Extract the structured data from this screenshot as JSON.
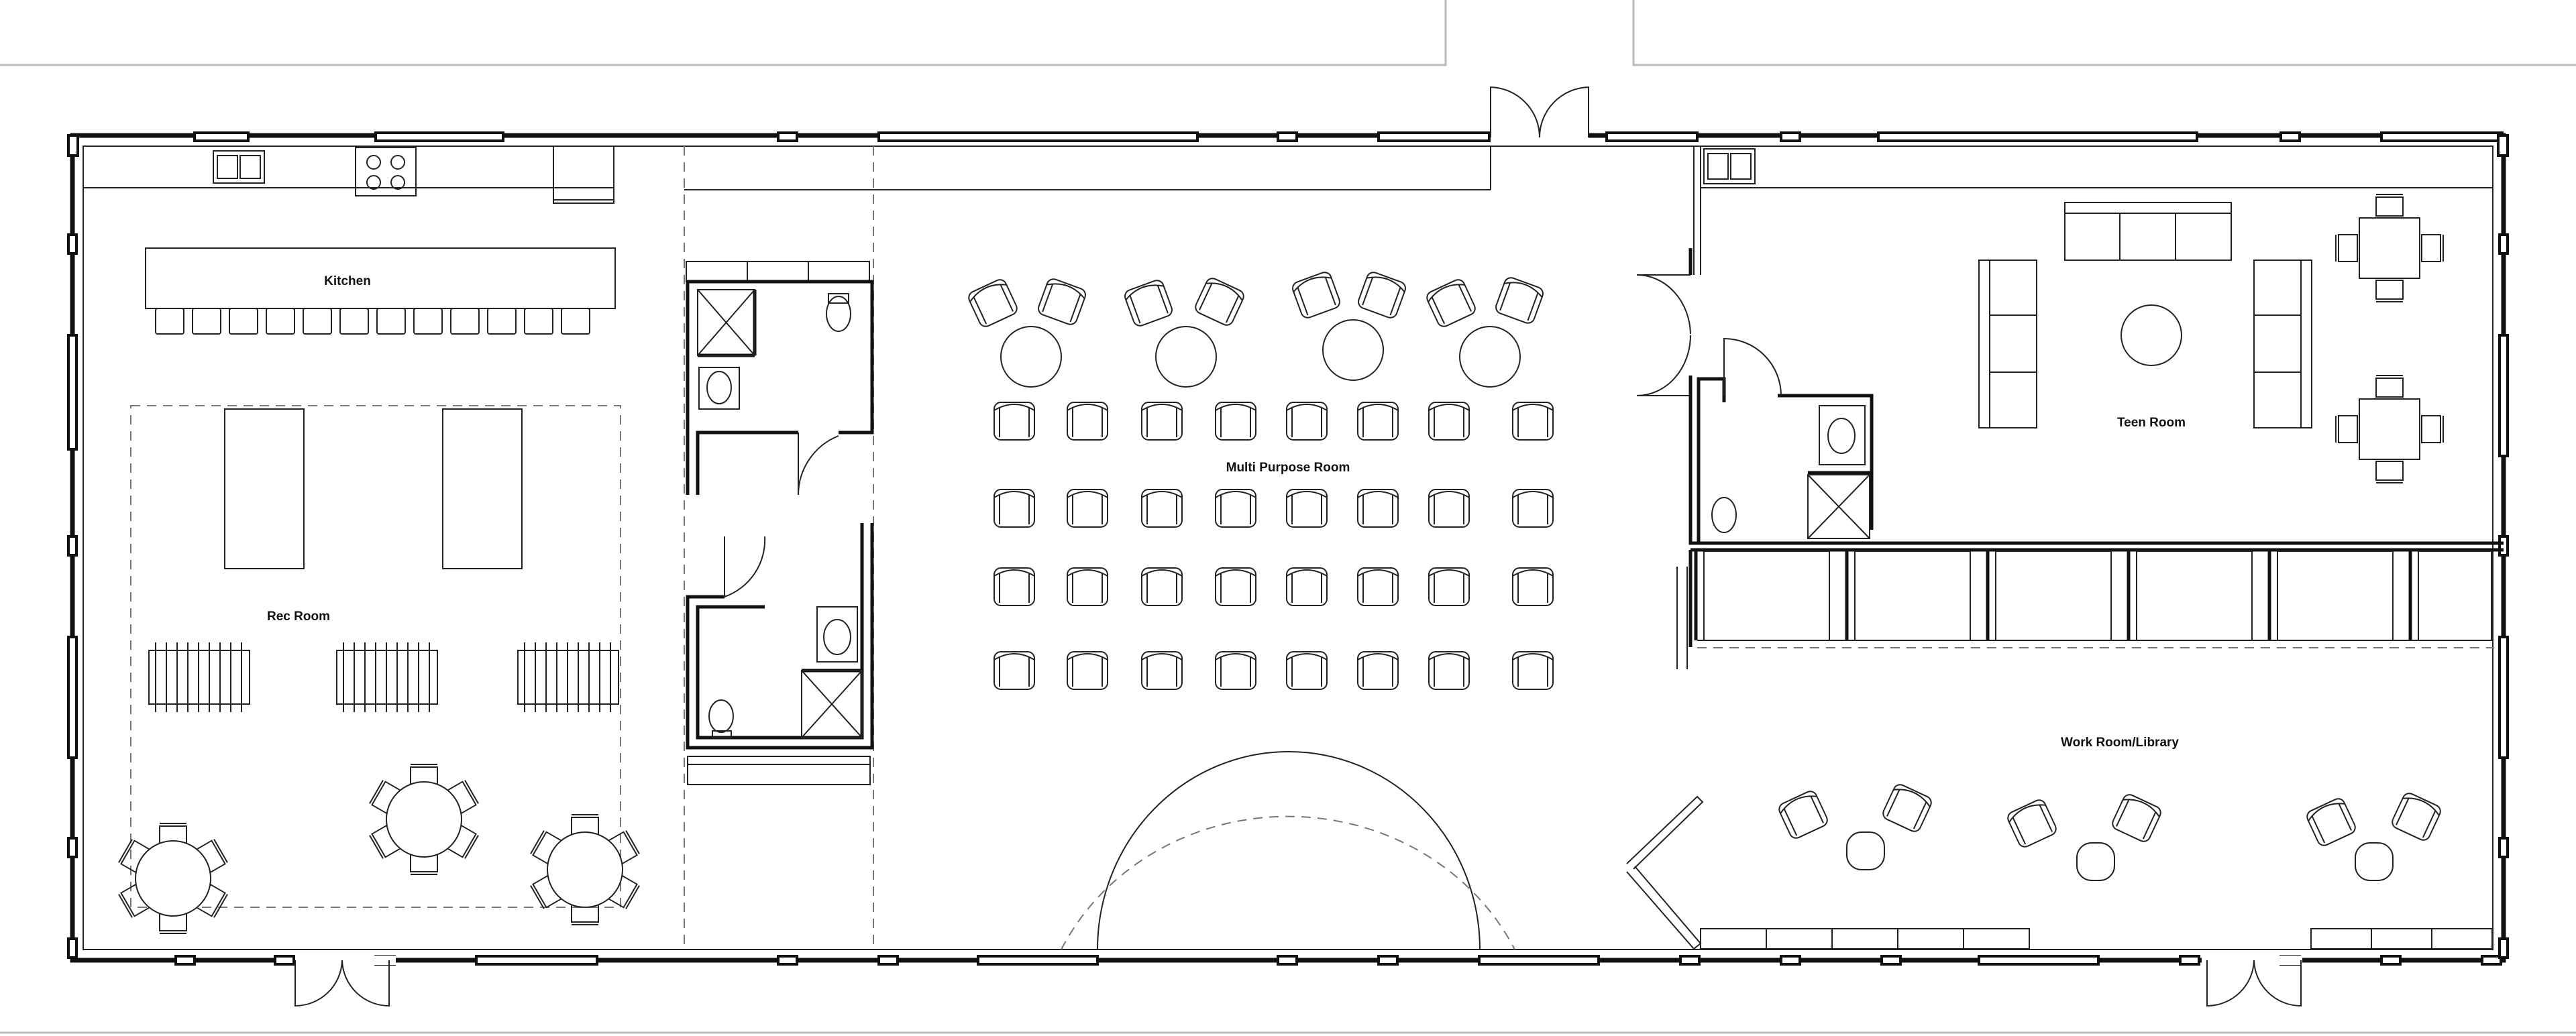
{
  "rooms": {
    "kitchen": "Kitchen",
    "rec_room": "Rec Room",
    "multi_purpose_room": "Multi Purpose Room",
    "teen_room": "Teen Room",
    "work_room_library": "Work Room/Library"
  },
  "colors": {
    "wall": "#111111",
    "line": "#222222",
    "site_outline": "#bbbbbb",
    "dashed": "#777777",
    "background": "#ffffff"
  }
}
